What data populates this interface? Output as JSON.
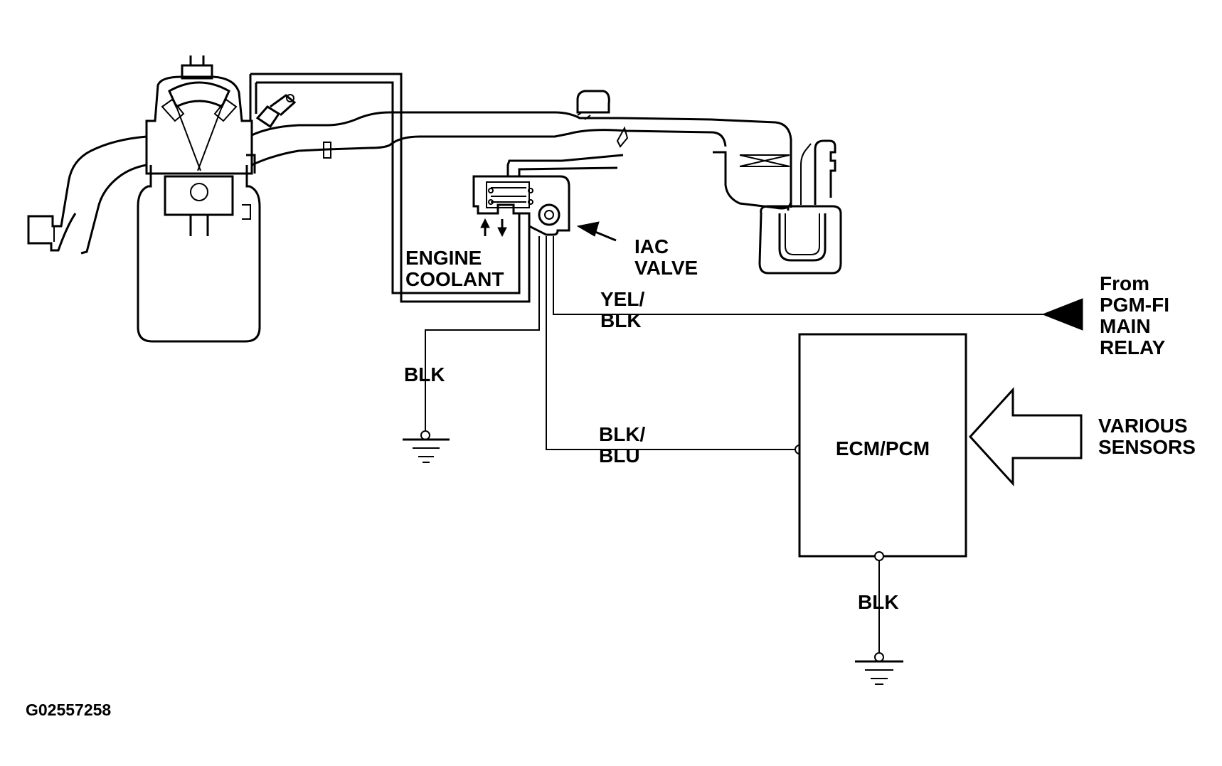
{
  "labels": {
    "engine_coolant": [
      "ENGINE",
      "COOLANT"
    ],
    "iac_valve": [
      "IAC",
      "VALVE"
    ],
    "from_relay": [
      "From",
      "PGM-FI",
      "MAIN",
      "RELAY"
    ],
    "various_sensors": [
      "VARIOUS",
      "SENSORS"
    ],
    "ecm_pcm": "ECM/PCM"
  },
  "wires": {
    "iac_power": [
      "YEL/",
      "BLK"
    ],
    "iac_ground": "BLK",
    "iac_signal": [
      "BLK/",
      "BLU"
    ],
    "ecm_ground": "BLK"
  },
  "figure_code": "G02557258"
}
